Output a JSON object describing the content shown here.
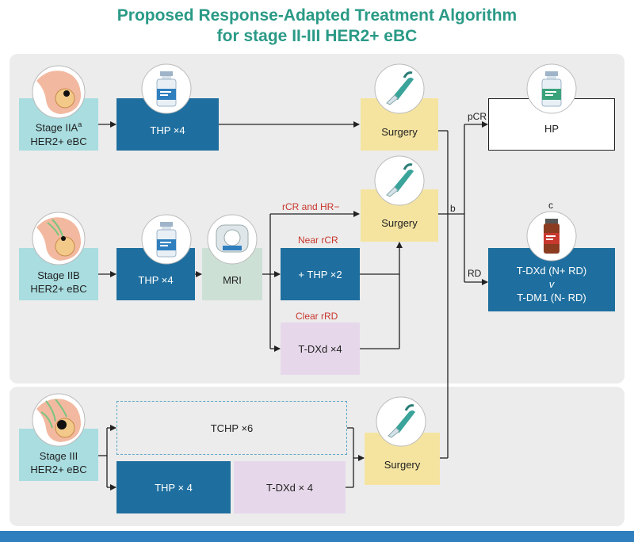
{
  "title": {
    "line1": "Proposed Response-Adapted Treatment Algorithm",
    "line2": "for stage II-III HER2+ eBC"
  },
  "colors": {
    "title": "#2a9a86",
    "stage_box": "#a9dde0",
    "thp_box": "#1e6f9f",
    "surgery_box": "#f5e4a0",
    "mri_box": "#cde0d6",
    "tdxd_box": "#e6d8ea",
    "hp_border": "#222222",
    "red_label": "#c8372d",
    "panel": "#ececec"
  },
  "rows": {
    "row1": {
      "stage_line1": "Stage IIA",
      "stage_sup": "a",
      "stage_line2": "HER2+ eBC",
      "thp": "THP ×4",
      "surgery": "Surgery"
    },
    "row2": {
      "stage_line1": "Stage IIB",
      "stage_line2": "HER2+ eBC",
      "thp": "THP ×4",
      "mri": "MRI",
      "label_rcr": "rCR and HR−",
      "label_near": "Near rCR",
      "near_box": "+ THP ×2",
      "label_clear": "Clear rRD",
      "clear_box": "T-DXd ×4",
      "surgery": "Surgery"
    },
    "row3": {
      "stage_line1": "Stage III",
      "stage_line2": "HER2+ eBC",
      "tchp": "TCHP ×6",
      "thp": "THP × 4",
      "tdxd": "T-DXd × 4",
      "surgery": "Surgery"
    }
  },
  "outcomes": {
    "label_b": "b",
    "label_pcr": "pCR",
    "hp": "HP",
    "label_c": "c",
    "label_rd": "RD",
    "rd_line1": "T-DXd (N+ RD)",
    "rd_line2": "v",
    "rd_line3": "T-DM1 (N- RD)"
  },
  "icons": {
    "breast": "breast-tumor-icon",
    "vial": "drug-vial-icon",
    "scalpel": "surgery-scalpel-icon",
    "mri": "mri-scanner-icon",
    "bottle": "medicine-bottle-icon"
  }
}
